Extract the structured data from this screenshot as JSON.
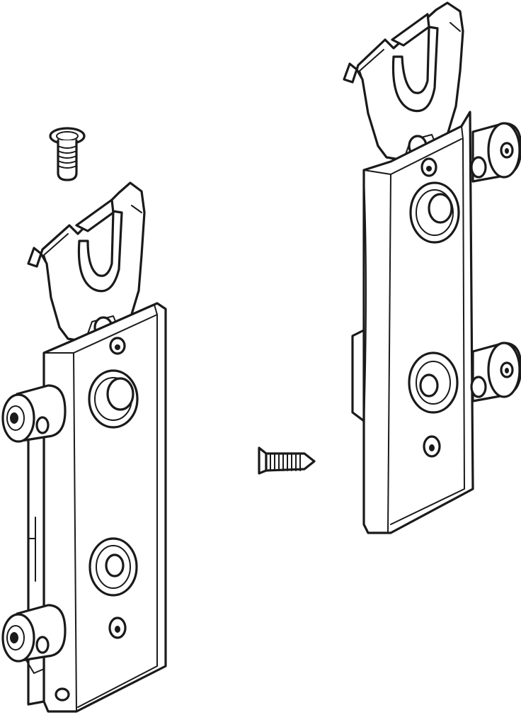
{
  "diagram": {
    "parts": [
      {
        "name": "hinge-bracket-exploded",
        "icon": "hinge-bracket-icon"
      },
      {
        "name": "mounting-screw",
        "icon": "screw-icon"
      },
      {
        "name": "hinge-bracket-assembled",
        "icon": "hinge-bracket-icon"
      },
      {
        "name": "countersunk-screw",
        "icon": "screw-icon"
      }
    ],
    "colors": {
      "line": "#1a1a1a",
      "background": "#ffffff"
    }
  }
}
